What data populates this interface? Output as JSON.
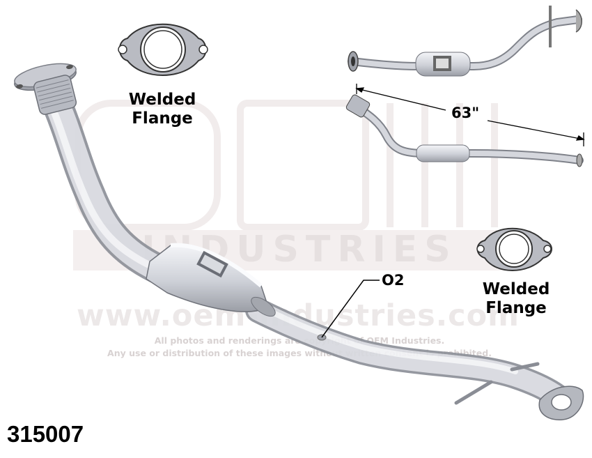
{
  "watermark": {
    "logo_text": "OEM",
    "sub_text": "INDUSTRIES",
    "url": "www.oem-industries.com",
    "copyright_line1": "All photos and renderings are copyright of OEM Industries.",
    "copyright_line2": "Any use or distribution of these images without written consent is prohibited."
  },
  "labels": {
    "flange_top_line1": "Welded",
    "flange_top_line2": "Flange",
    "flange_right_line1": "Welded",
    "flange_right_line2": "Flange",
    "o2": "O2",
    "length": "63\""
  },
  "part_number": "315007",
  "colors": {
    "pipe": "#d3d5dc",
    "pipe_shadow": "#9a9ca4",
    "flange_fill": "#b9bbc2",
    "watermark": "#ebe6e6"
  }
}
